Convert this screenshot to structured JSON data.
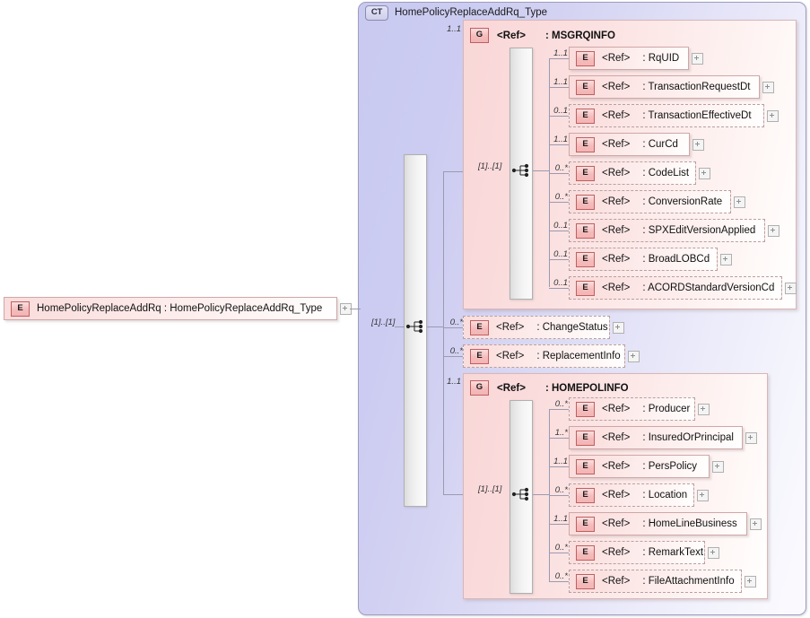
{
  "diagram": {
    "kind": "xsd-schema-diagram",
    "root_element": {
      "badge": "E",
      "name": "HomePolicyReplaceAddRq",
      "type_separator": ":",
      "type": "HomePolicyReplaceAddRq_Type",
      "label": "HomePolicyReplaceAddRq : HomePolicyReplaceAddRq_Type",
      "expander": "+"
    },
    "complex_type": {
      "badge": "CT",
      "name": "HomePolicyReplaceAddRq_Type"
    },
    "root_sequence": {
      "cardinality": "[1]..[1]",
      "icon": "sequence-icon"
    },
    "children": [
      {
        "node_type": "group",
        "badge": "G",
        "ref": "<Ref>",
        "name": ": MSGRQINFO",
        "cardinality": "1..1",
        "occurrence": "required",
        "sequence": {
          "cardinality": "[1]..[1]",
          "icon": "sequence-icon"
        },
        "elements": [
          {
            "badge": "E",
            "ref": "<Ref>",
            "name": ": RqUID",
            "cardinality": "1..1",
            "occurrence": "required",
            "expander": "+"
          },
          {
            "badge": "E",
            "ref": "<Ref>",
            "name": ": TransactionRequestDt",
            "cardinality": "1..1",
            "occurrence": "required",
            "expander": "+"
          },
          {
            "badge": "E",
            "ref": "<Ref>",
            "name": ": TransactionEffectiveDt",
            "cardinality": "0..1",
            "occurrence": "optional",
            "expander": "+"
          },
          {
            "badge": "E",
            "ref": "<Ref>",
            "name": ": CurCd",
            "cardinality": "1..1",
            "occurrence": "required",
            "expander": "+"
          },
          {
            "badge": "E",
            "ref": "<Ref>",
            "name": ": CodeList",
            "cardinality": "0..*",
            "occurrence": "optional",
            "expander": "+"
          },
          {
            "badge": "E",
            "ref": "<Ref>",
            "name": ": ConversionRate",
            "cardinality": "0..*",
            "occurrence": "optional",
            "expander": "+"
          },
          {
            "badge": "E",
            "ref": "<Ref>",
            "name": ": SPXEditVersionApplied",
            "cardinality": "0..1",
            "occurrence": "optional",
            "expander": "+"
          },
          {
            "badge": "E",
            "ref": "<Ref>",
            "name": ": BroadLOBCd",
            "cardinality": "0..1",
            "occurrence": "optional",
            "expander": "+"
          },
          {
            "badge": "E",
            "ref": "<Ref>",
            "name": ": ACORDStandardVersionCd",
            "cardinality": "0..1",
            "occurrence": "optional",
            "expander": "+"
          }
        ]
      },
      {
        "node_type": "element",
        "badge": "E",
        "ref": "<Ref>",
        "name": ": ChangeStatus",
        "cardinality": "0..*",
        "occurrence": "optional",
        "expander": "+"
      },
      {
        "node_type": "element",
        "badge": "E",
        "ref": "<Ref>",
        "name": ": ReplacementInfo",
        "cardinality": "0..*",
        "occurrence": "optional",
        "expander": "+"
      },
      {
        "node_type": "group",
        "badge": "G",
        "ref": "<Ref>",
        "name": ": HOMEPOLINFO",
        "cardinality": "1..1",
        "occurrence": "required",
        "sequence": {
          "cardinality": "[1]..[1]",
          "icon": "sequence-icon"
        },
        "elements": [
          {
            "badge": "E",
            "ref": "<Ref>",
            "name": ": Producer",
            "cardinality": "0..*",
            "occurrence": "optional",
            "expander": "+"
          },
          {
            "badge": "E",
            "ref": "<Ref>",
            "name": ": InsuredOrPrincipal",
            "cardinality": "1..*",
            "occurrence": "required",
            "expander": "+"
          },
          {
            "badge": "E",
            "ref": "<Ref>",
            "name": ": PersPolicy",
            "cardinality": "1..1",
            "occurrence": "required",
            "expander": "+"
          },
          {
            "badge": "E",
            "ref": "<Ref>",
            "name": ": Location",
            "cardinality": "0..*",
            "occurrence": "optional",
            "expander": "+"
          },
          {
            "badge": "E",
            "ref": "<Ref>",
            "name": ": HomeLineBusiness",
            "cardinality": "1..1",
            "occurrence": "required",
            "expander": "+"
          },
          {
            "badge": "E",
            "ref": "<Ref>",
            "name": ": RemarkText",
            "cardinality": "0..*",
            "occurrence": "optional",
            "expander": "+"
          },
          {
            "badge": "E",
            "ref": "<Ref>",
            "name": ": FileAttachmentInfo",
            "cardinality": "0..*",
            "occurrence": "optional",
            "expander": "+"
          }
        ]
      }
    ],
    "colors": {
      "complex_type_fill": "#d3d2f2",
      "group_fill": "#f9d7d7",
      "element_fill": "#fadcdc",
      "badge_border": "#c05f5f",
      "panel_border": "#9d9dbf",
      "connector": "#9a9ab0"
    }
  }
}
